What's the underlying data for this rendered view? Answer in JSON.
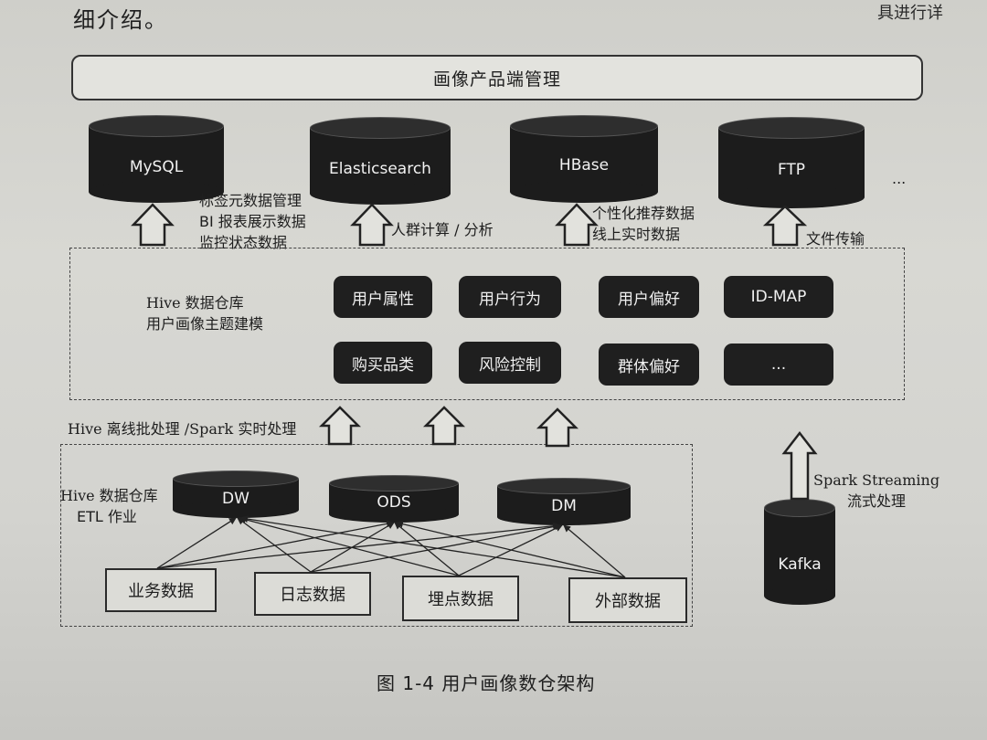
{
  "header_text": "细介绍。",
  "corner_text": "具进行详",
  "banner": "画像产品端管理",
  "storage": [
    {
      "label": "MySQL"
    },
    {
      "label": "Elasticsearch"
    },
    {
      "label": "HBase"
    },
    {
      "label": "FTP"
    }
  ],
  "storage_more": "...",
  "notes": {
    "mysql": [
      "标签元数据管理",
      "BI 报表展示数据",
      "监控状态数据"
    ],
    "es": "人群计算 / 分析",
    "hbase": [
      "个性化推荐数据",
      "线上实时数据"
    ],
    "ftp": "文件传输"
  },
  "warehouse": {
    "label": [
      "Hive 数据仓库",
      "用户画像主题建模"
    ],
    "row1": [
      "用户属性",
      "用户行为",
      "用户偏好",
      "ID-MAP"
    ],
    "row2": [
      "购买品类",
      "风险控制",
      "群体偏好",
      "..."
    ]
  },
  "process_label": "Hive 离线批处理 /Spark 实时处理",
  "etl": {
    "label": [
      "Hive 数据仓库",
      "ETL 作业"
    ],
    "layers": [
      "DW",
      "ODS",
      "DM"
    ],
    "sources": [
      "业务数据",
      "日志数据",
      "埋点数据",
      "外部数据"
    ]
  },
  "streaming": [
    "Spark Streaming",
    "流式处理"
  ],
  "kafka": "Kafka",
  "caption": "图 1-4   用户画像数仓架构"
}
